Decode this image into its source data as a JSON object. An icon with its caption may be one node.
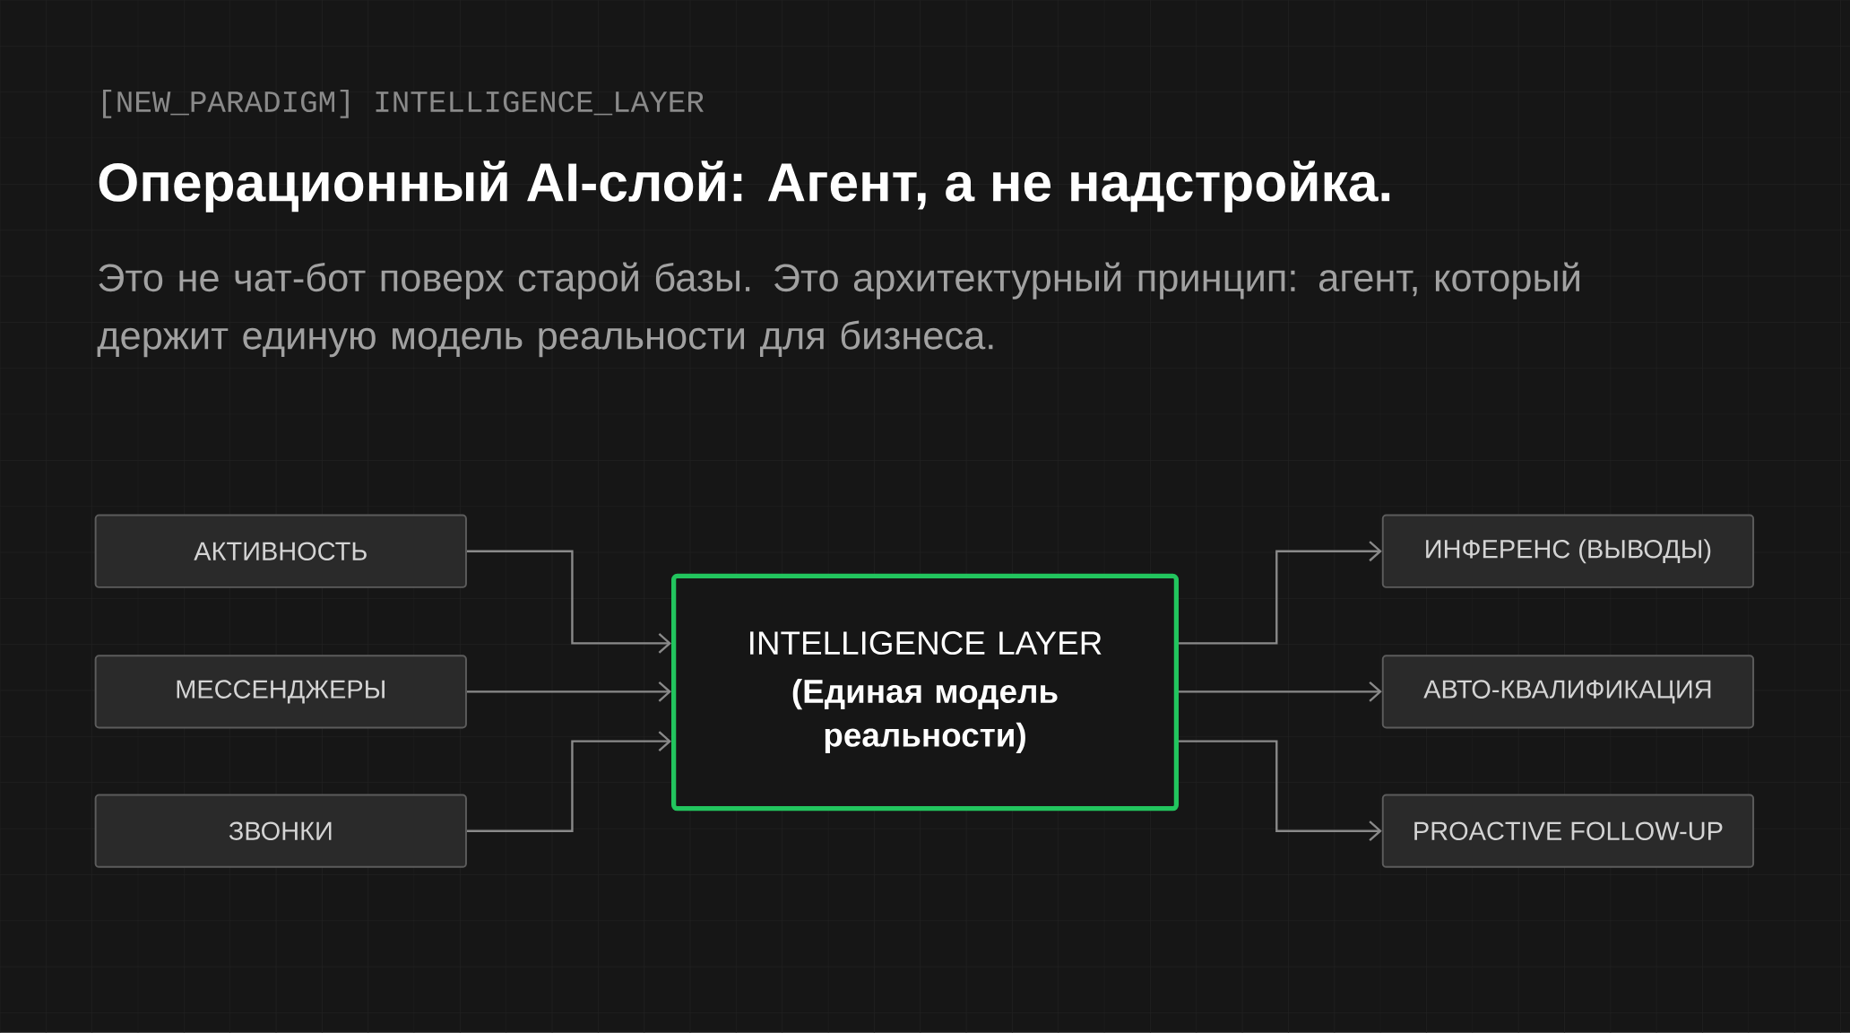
{
  "diagram": {
    "title": "Операционный AI-слой: Агент, а не надстройка.",
    "nodes": [
      {
        "text": [
          "АКТИВНОСТЬ"
        ]
      },
      {
        "text": [
          "МЕССЕНДЖЕРЫ"
        ]
      },
      {
        "text": [
          "ЗВОНКИ"
        ]
      },
      {
        "text": [
          "INTELLIGENCE LAYER",
          "(Единая модель реальности)"
        ]
      },
      {
        "text": [
          "ИНФЕРЕНС (ВЫВОДЫ)"
        ]
      },
      {
        "text": [
          "АВТО-КВАЛИФИКАЦИЯ"
        ]
      },
      {
        "text": [
          "PROACTIVE FOLLOW-UP"
        ]
      }
    ],
    "edges": [
      {
        "from": 0,
        "to": 3,
        "arrow": "to"
      },
      {
        "from": 1,
        "to": 3,
        "arrow": "to"
      },
      {
        "from": 2,
        "to": 3,
        "arrow": "to"
      },
      {
        "from": 3,
        "to": 4,
        "arrow": "to"
      },
      {
        "from": 3,
        "to": 5,
        "arrow": "to"
      },
      {
        "from": 3,
        "to": 6,
        "arrow": "to"
      }
    ],
    "labels": [
      "[NEW_PARADIGM] INTELLIGENCE_LAYER",
      "Это не чат-бот поверх старой базы. Это архитектурный принцип: агент, который держит единую модель реальности для бизнеса."
    ]
  }
}
